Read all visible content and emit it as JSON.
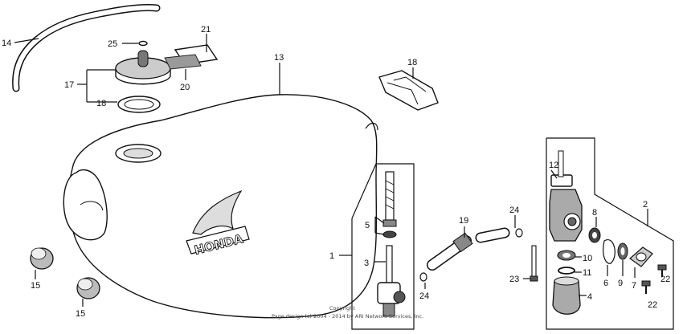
{
  "labels": {
    "l14": "14",
    "l25": "25",
    "l21": "21",
    "l13": "13",
    "l17": "17",
    "l20": "20",
    "l18a": "18",
    "l18b": "18",
    "l15a": "15",
    "l15b": "15",
    "l1": "1",
    "l5": "5",
    "l3": "3",
    "l19": "19",
    "l24a": "24",
    "l24b": "24",
    "l12": "12",
    "l2": "2",
    "l8": "8",
    "l10": "10",
    "l11": "11",
    "l6": "6",
    "l9": "9",
    "l7": "7",
    "l22a": "22",
    "l22b": "22",
    "l23": "23",
    "l4": "4"
  },
  "copyright": {
    "line1": "Copyright",
    "line2": "Page design (c) 2004 - 2014 by ARI Network Services, Inc."
  },
  "tank_emblem": "HONDA"
}
